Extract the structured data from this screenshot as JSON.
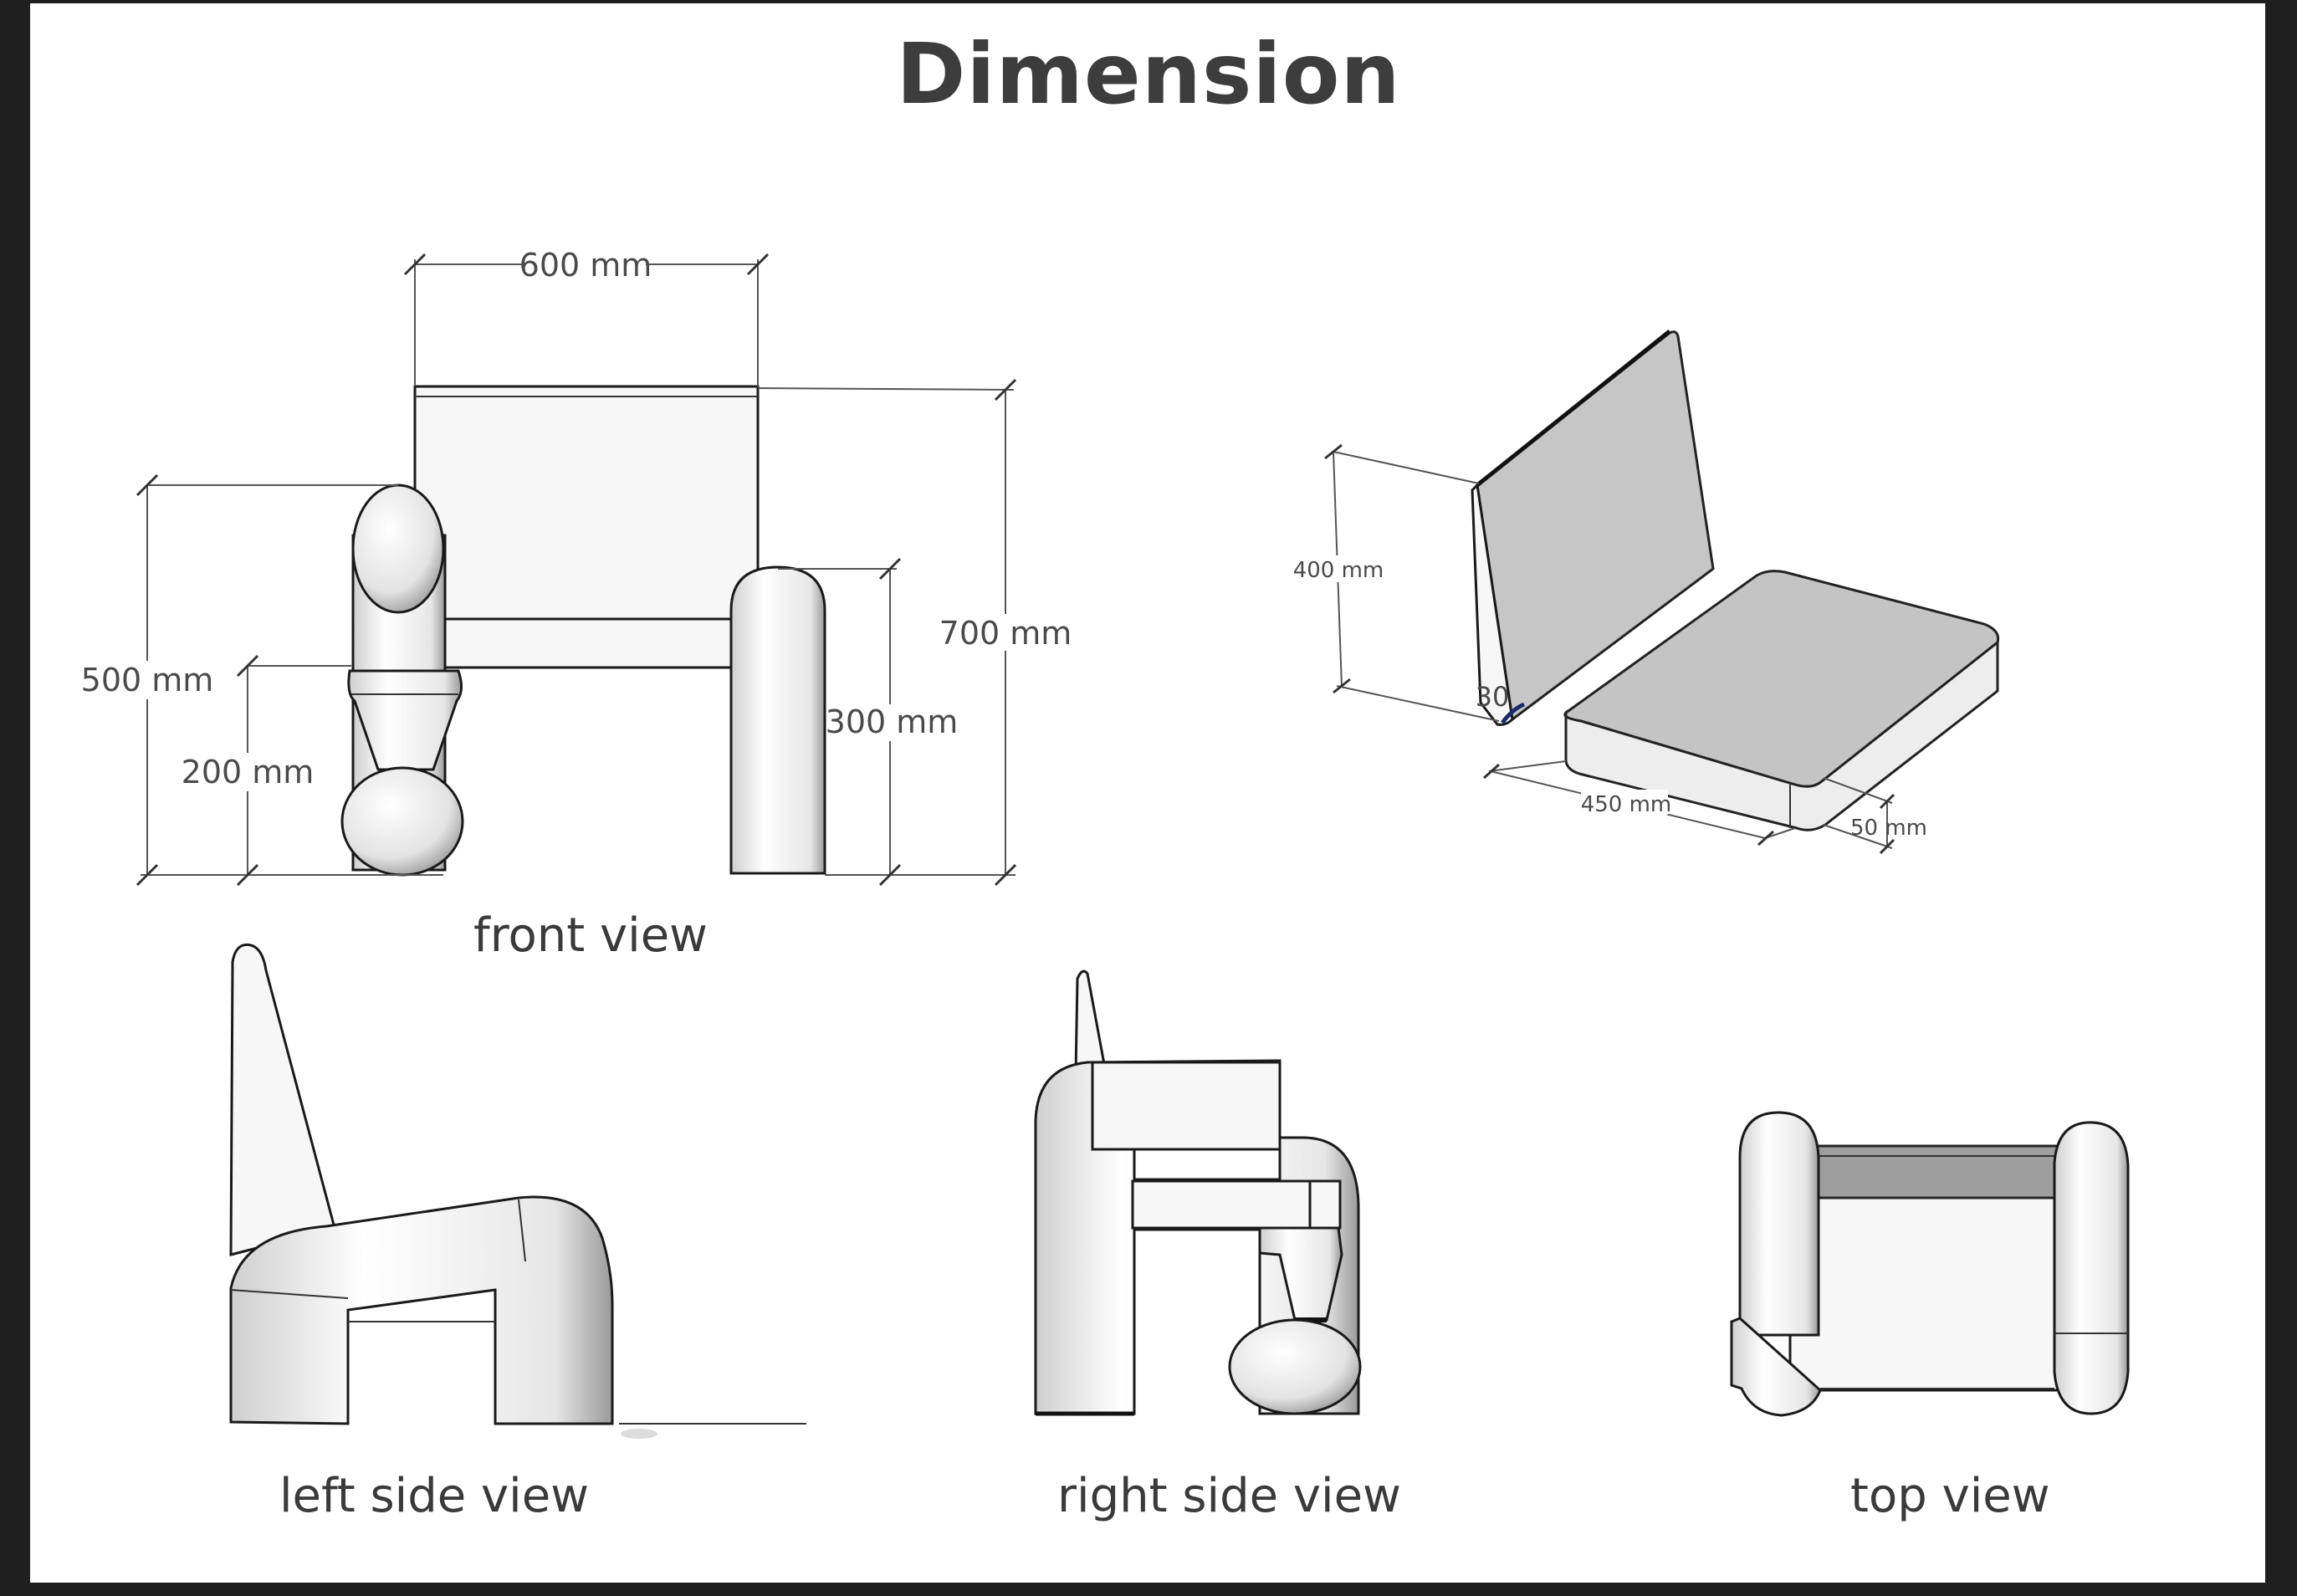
{
  "title": "Dimension",
  "views": {
    "front": {
      "caption": "front view"
    },
    "left": {
      "caption": "left side view"
    },
    "right": {
      "caption": "right side view"
    },
    "top": {
      "caption": "top view"
    },
    "iso": {}
  },
  "dimensions": {
    "width_600": "600 mm",
    "height_700": "700 mm",
    "height_500": "500 mm",
    "height_300": "300 mm",
    "height_200": "200 mm",
    "back_400": "400 mm",
    "angle_30": "30",
    "depth_450": "450 mm",
    "thick_50": "50 mm"
  }
}
